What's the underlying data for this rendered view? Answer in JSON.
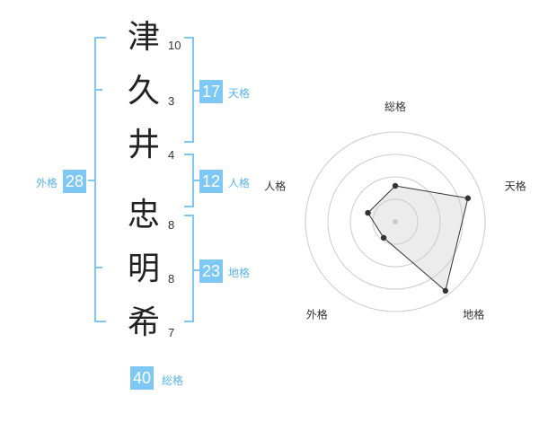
{
  "name": {
    "characters": [
      {
        "char": "津",
        "strokes": "10"
      },
      {
        "char": "久",
        "strokes": "3"
      },
      {
        "char": "井",
        "strokes": "4"
      },
      {
        "char": "忠",
        "strokes": "8"
      },
      {
        "char": "明",
        "strokes": "8"
      },
      {
        "char": "希",
        "strokes": "7"
      }
    ]
  },
  "kakusu": {
    "tenkaku": {
      "value": "17",
      "label": "天格"
    },
    "jinkaku": {
      "value": "12",
      "label": "人格"
    },
    "chikaku": {
      "value": "23",
      "label": "地格"
    },
    "gaikaku": {
      "value": "28",
      "label": "外格"
    },
    "soukaku": {
      "value": "40",
      "label": "総格"
    }
  },
  "colors": {
    "accent": "#7fc8f5",
    "label": "#5ab4ec",
    "bracket": "#7fc8f5"
  },
  "chart_data": {
    "type": "radar",
    "axes": [
      "総格",
      "天格",
      "地格",
      "外格",
      "人格"
    ],
    "values": [
      0.4,
      0.85,
      0.95,
      0.22,
      0.32
    ],
    "rings": 4
  }
}
